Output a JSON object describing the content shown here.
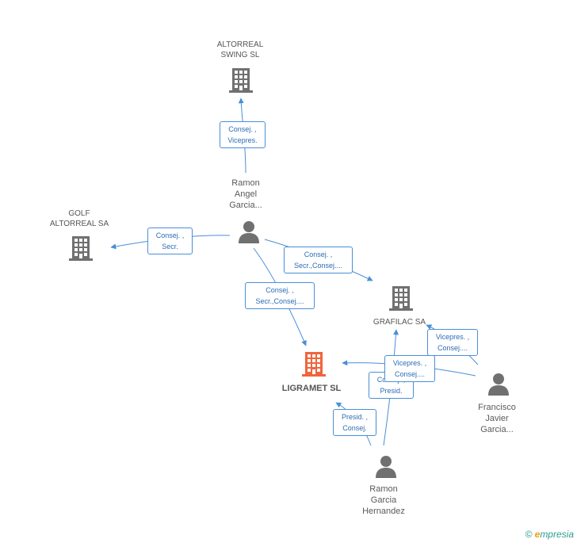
{
  "nodes": [
    {
      "id": "altorreal_swing",
      "type": "company",
      "label_lines": [
        "ALTORREAL",
        "SWING  SL"
      ],
      "color": "#707070"
    },
    {
      "id": "golf_altorreal",
      "type": "company",
      "label_lines": [
        "GOLF",
        "ALTORREAL SA"
      ],
      "color": "#707070"
    },
    {
      "id": "grafilac",
      "type": "company",
      "label_lines": [
        "GRAFILAC SA"
      ],
      "color": "#707070"
    },
    {
      "id": "ligramet",
      "type": "company-focus",
      "label_lines": [
        "LIGRAMET SL"
      ],
      "color": "#f0643c"
    },
    {
      "id": "ramon_angel",
      "type": "person",
      "label_lines": [
        "Ramon",
        "Angel",
        "Garcia..."
      ],
      "color": "#707070"
    },
    {
      "id": "francisco",
      "type": "person",
      "label_lines": [
        "Francisco",
        "Javier",
        "Garcia..."
      ],
      "color": "#707070"
    },
    {
      "id": "ramon_garcia",
      "type": "person",
      "label_lines": [
        "Ramon",
        "Garcia",
        "Hernandez"
      ],
      "color": "#707070"
    }
  ],
  "edges": [
    {
      "id": "e1",
      "from": "ramon_angel",
      "to": "altorreal_swing",
      "label_lines": [
        "Consej. ,",
        "Vicepres."
      ]
    },
    {
      "id": "e2",
      "from": "ramon_angel",
      "to": "golf_altorreal",
      "label_lines": [
        "Consej. ,",
        "Secr."
      ]
    },
    {
      "id": "e3",
      "from": "ramon_angel",
      "to": "grafilac",
      "label_lines": [
        "Consej. ,",
        "Secr.,Consej...."
      ]
    },
    {
      "id": "e4",
      "from": "ramon_angel",
      "to": "ligramet",
      "label_lines": [
        "Consej. ,",
        "Secr.,Consej...."
      ]
    },
    {
      "id": "e5",
      "from": "francisco",
      "to": "grafilac",
      "label_lines": [
        "Vicepres. ,",
        "Consej...."
      ]
    },
    {
      "id": "e6",
      "from": "francisco",
      "to": "ligramet",
      "label_lines": [
        "Vicepres. ,",
        "Consej...."
      ]
    },
    {
      "id": "e7",
      "from": "ramon_garcia",
      "to": "grafilac",
      "label_lines": [
        "Consej. ,",
        "Presid."
      ]
    },
    {
      "id": "e8",
      "from": "ramon_garcia",
      "to": "ligramet",
      "label_lines": [
        "Presid. ,",
        "Consej."
      ]
    }
  ],
  "colors": {
    "edge": "#4a8fd6",
    "edge_label": "#2c6db5",
    "node_gray": "#707070",
    "node_focus": "#f0643c"
  },
  "footer": {
    "copyright": "©",
    "brand_initial": "e",
    "brand_rest": "mpresia"
  }
}
